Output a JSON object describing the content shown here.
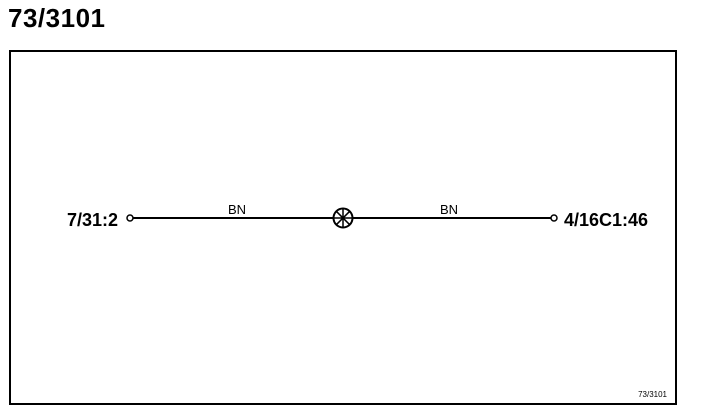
{
  "header": {
    "title": "73/3101"
  },
  "diagram": {
    "left_terminal": "7/31:2",
    "right_terminal": "4/16C1:46",
    "wires": [
      {
        "color_code": "BN"
      },
      {
        "color_code": "BN"
      }
    ],
    "reference_code": "73/3101"
  }
}
